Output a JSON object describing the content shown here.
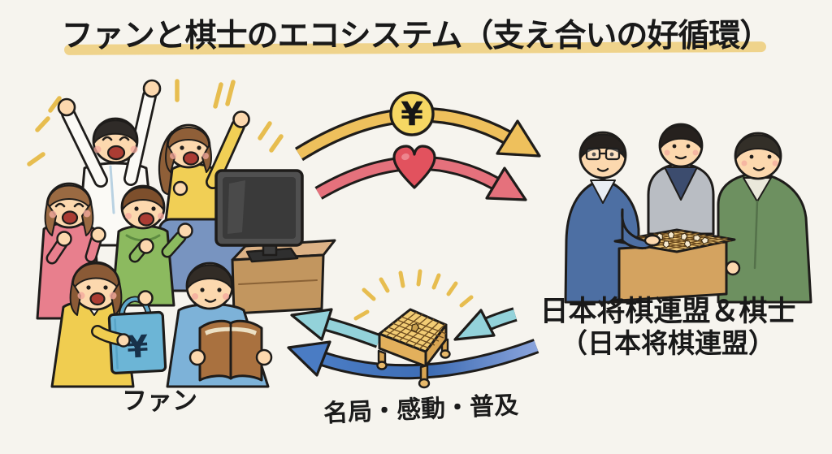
{
  "title": {
    "text": "ファンと棋士のエコシステム（支え合いの好循環）",
    "highlight_color": "#eecf7f"
  },
  "labels": {
    "fans": "ファン",
    "org_line1": "日本将棋連盟＆棋士",
    "org_line2": "（日本将棋連盟）",
    "content_flow": "名局・感動・普及"
  },
  "flows": {
    "money": {
      "icon": "yen-coin",
      "symbol": "¥",
      "color": "#eec05c"
    },
    "support": {
      "icon": "heart",
      "color": "#e5717c"
    },
    "content_light": {
      "color": "#93d2da"
    },
    "content_dark": {
      "color": "#4a7cc4"
    }
  },
  "icons": {
    "bag_symbol": "¥"
  },
  "colors": {
    "background": "#f6f4ee",
    "outline": "#1e1c1a",
    "rays": "#e7bd4f"
  }
}
